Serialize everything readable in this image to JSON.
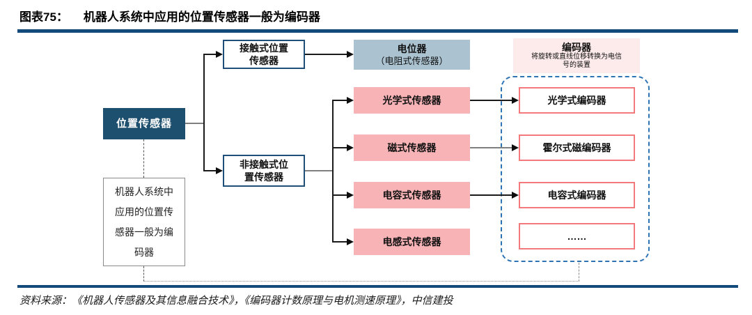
{
  "figure": {
    "label": "图表75：",
    "title": "机器人系统中应用的位置传感器一般为编码器"
  },
  "nodes": {
    "root": "位置传感器",
    "note": "机器人系统中应用的位置传感器一般为编码器",
    "contact": "接触式位置传感器",
    "noncontact": "非接触式位置传感器",
    "potentiometer": {
      "title": "电位器",
      "subtitle": "（电阻式传感器）"
    },
    "sensors": [
      "光学式传感器",
      "磁式传感器",
      "电容式传感器",
      "电感式传感器"
    ],
    "encoder": {
      "title": "编码器",
      "subtitle": "将旋转或直线位移转换为电信号的装置",
      "items": [
        "光学式编码器",
        "霍尔式磁编码器",
        "电容式编码器",
        "……"
      ]
    }
  },
  "colors": {
    "accent_blue": "#114A7B",
    "node_blue": "#1D4F6E",
    "border_blue": "#1F4E79",
    "dashed_blue": "#2E74B5",
    "pink_fill": "#F8B3B6",
    "pink_border": "#F4797C",
    "pink_light": "#FCEBEA",
    "bluegray_fill": "#ABC3D1"
  },
  "footer": {
    "source": "资料来源：《机器人传感器及其信息融合技术》，《编码器计数原理与电机测速原理》，中信建投"
  }
}
